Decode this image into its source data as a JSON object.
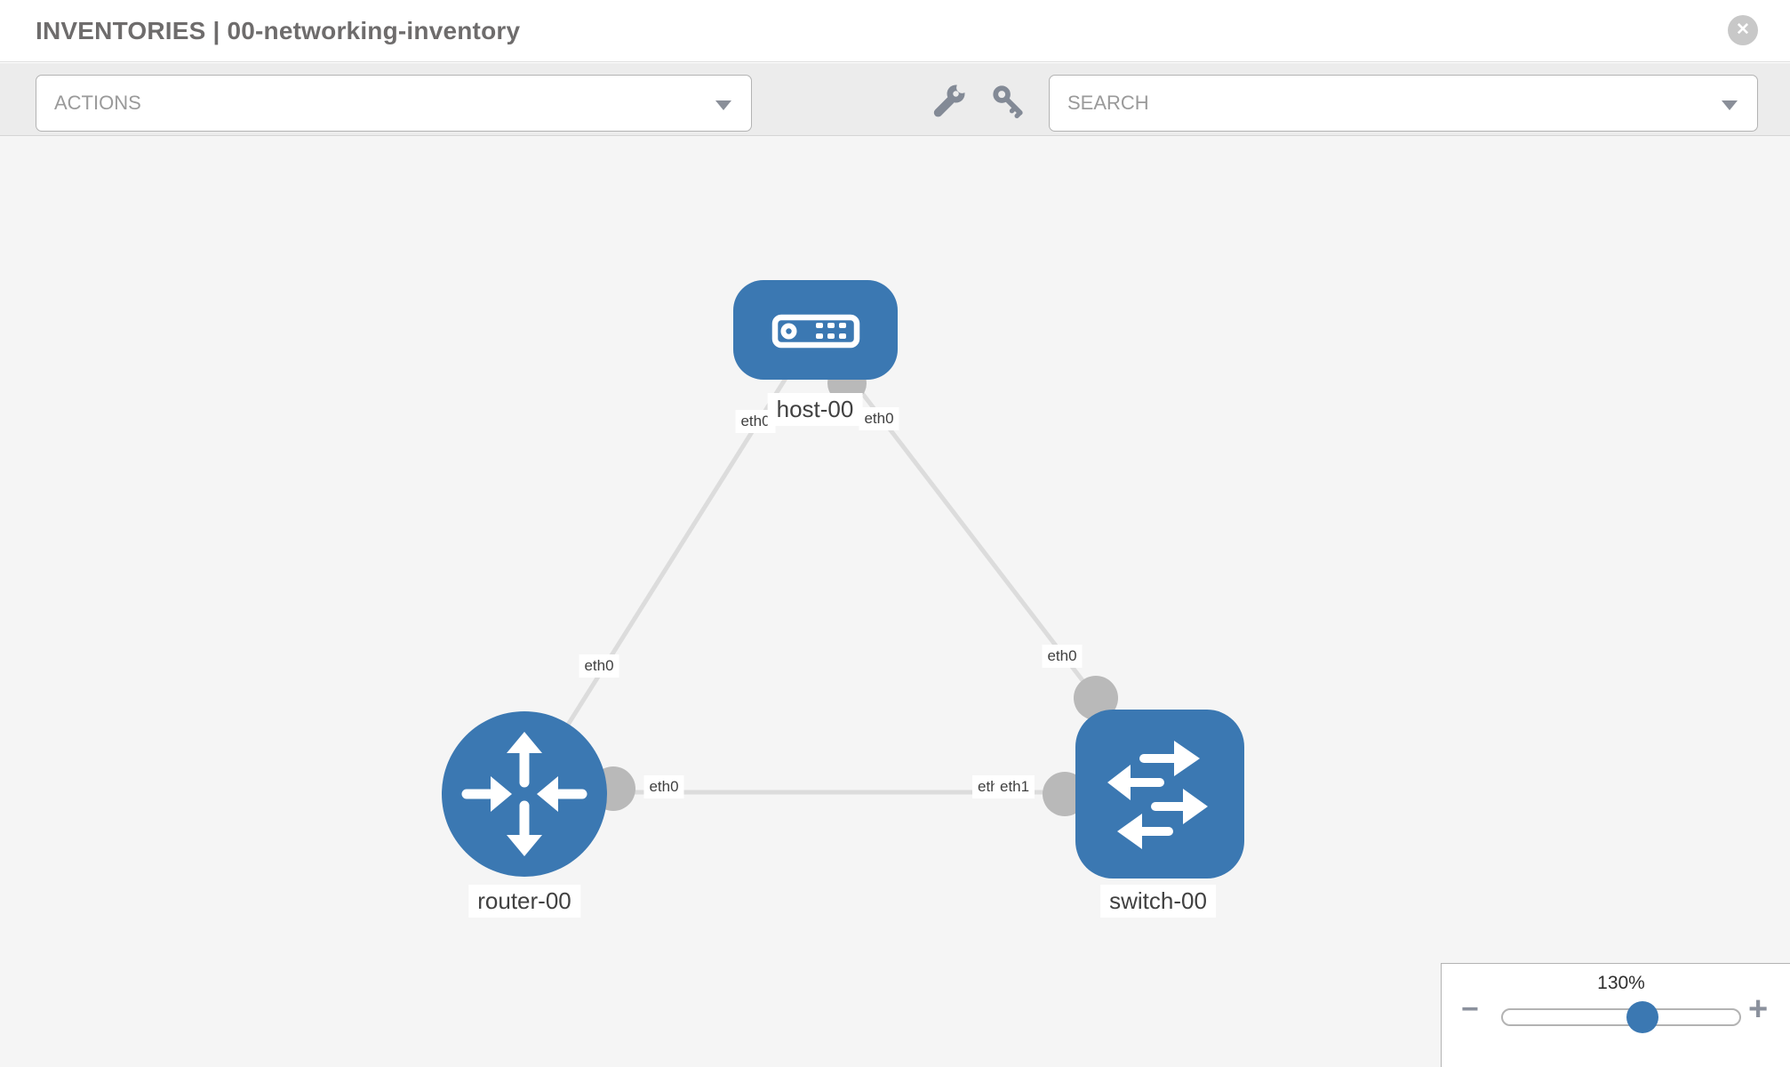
{
  "header": {
    "title": "INVENTORIES | 00-networking-inventory",
    "close_glyph": "✕"
  },
  "toolbar": {
    "actions_placeholder": "ACTIONS",
    "search_placeholder": "SEARCH",
    "icons": [
      "wrench-icon",
      "key-icon"
    ]
  },
  "topology": {
    "nodes": [
      {
        "id": "host-00",
        "type": "host",
        "label": "host-00"
      },
      {
        "id": "router-00",
        "type": "router",
        "label": "router-00"
      },
      {
        "id": "switch-00",
        "type": "switch",
        "label": "switch-00"
      }
    ],
    "links": [
      {
        "from": "host-00",
        "to": "router-00",
        "from_interface": "eth0",
        "to_interface": "eth0"
      },
      {
        "from": "host-00",
        "to": "switch-00",
        "from_interface": "eth0",
        "to_interface": "eth0"
      },
      {
        "from": "router-00",
        "to": "switch-00",
        "from_interface": "eth0",
        "to_interface": "eth1"
      }
    ],
    "iface_labels": [
      {
        "text": "eth0"
      },
      {
        "text": "eth0"
      },
      {
        "text": "eth0"
      },
      {
        "text": "eth0"
      },
      {
        "text": "eth0"
      },
      {
        "text": "eth0"
      },
      {
        "text": "eth1"
      }
    ],
    "colors": {
      "node_blue": "#3b78b2",
      "link_gray": "#dcdcdc",
      "connector_gray": "#b9b9b9"
    }
  },
  "zoom_control": {
    "level": "130%",
    "minus_glyph": "−",
    "plus_glyph": "+",
    "slider_percent": 65
  }
}
